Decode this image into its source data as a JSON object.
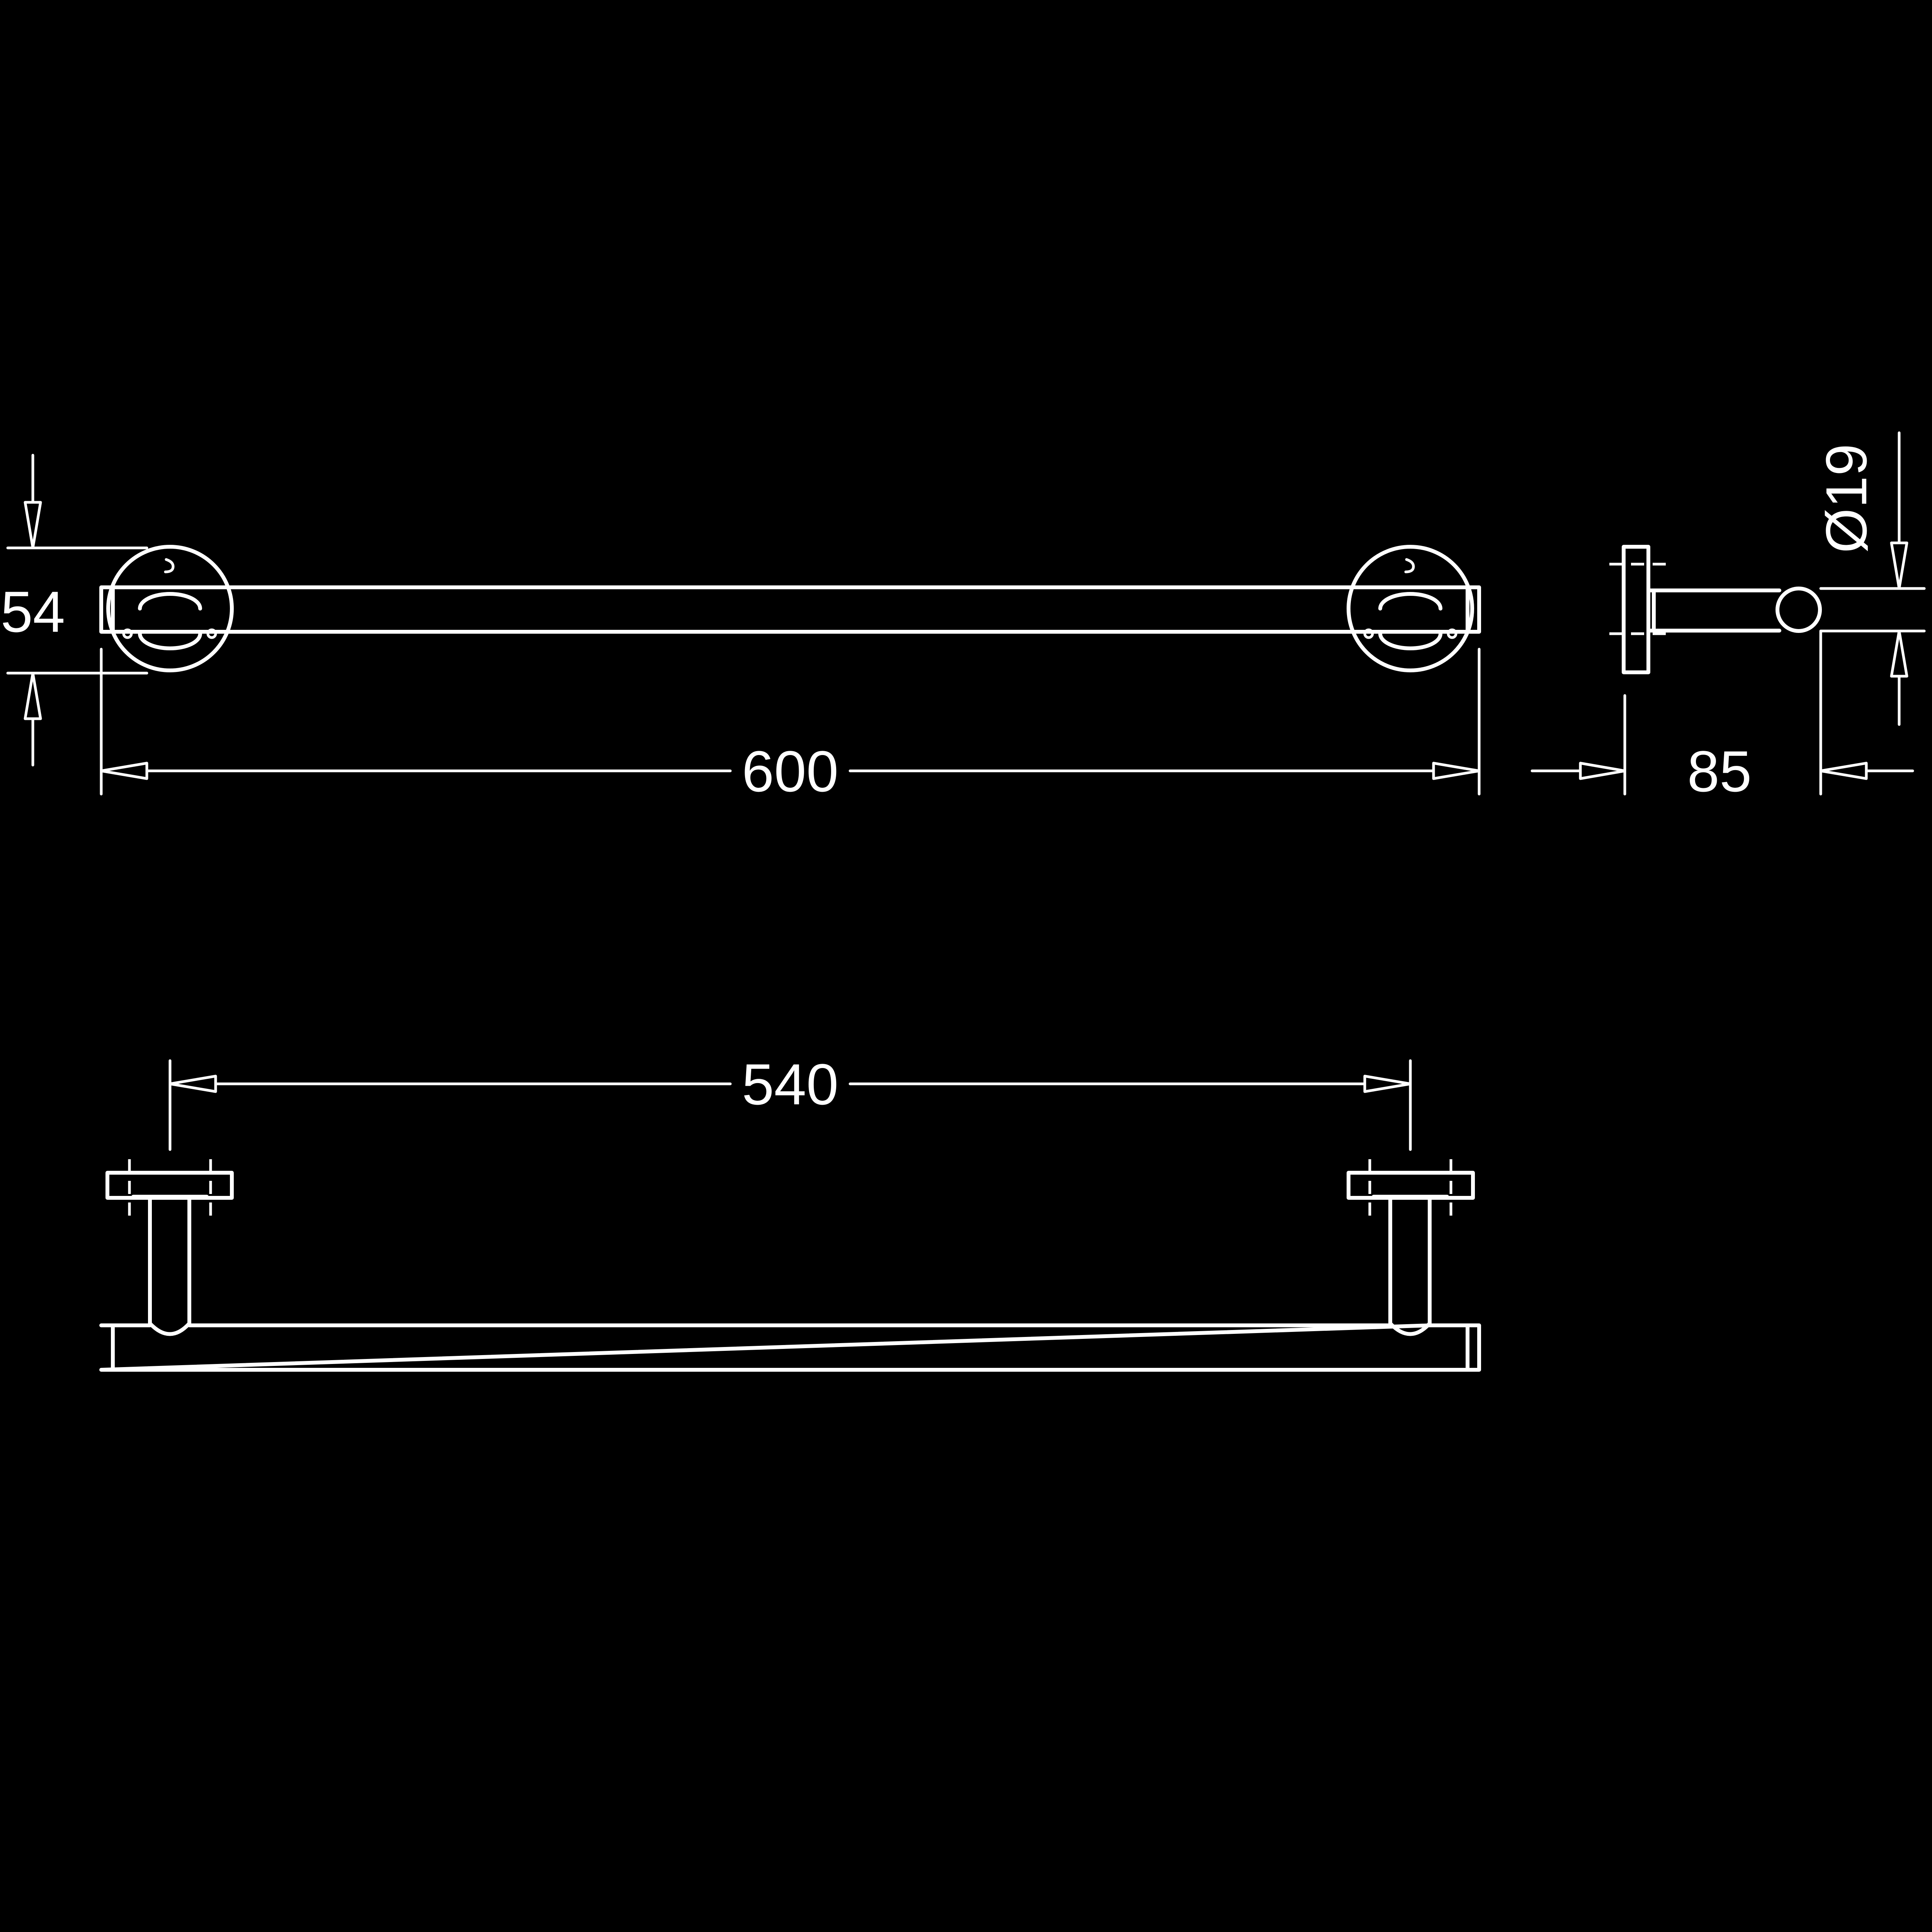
{
  "dimensions": {
    "height": "54",
    "overall_length": "600",
    "projection": "85",
    "tube_diameter": "Ø19",
    "center_distance": "540"
  },
  "colors": {
    "background": "#000000",
    "line": "#ffffff"
  }
}
